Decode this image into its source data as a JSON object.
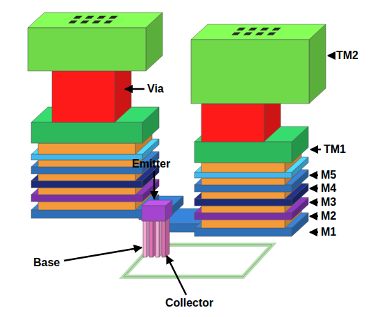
{
  "diagram": {
    "labels": [
      "Via",
      "TM2",
      "TM1",
      "M5",
      "M4",
      "M3",
      "M2",
      "M1",
      "Emitter",
      "Base",
      "Collector"
    ]
  }
}
